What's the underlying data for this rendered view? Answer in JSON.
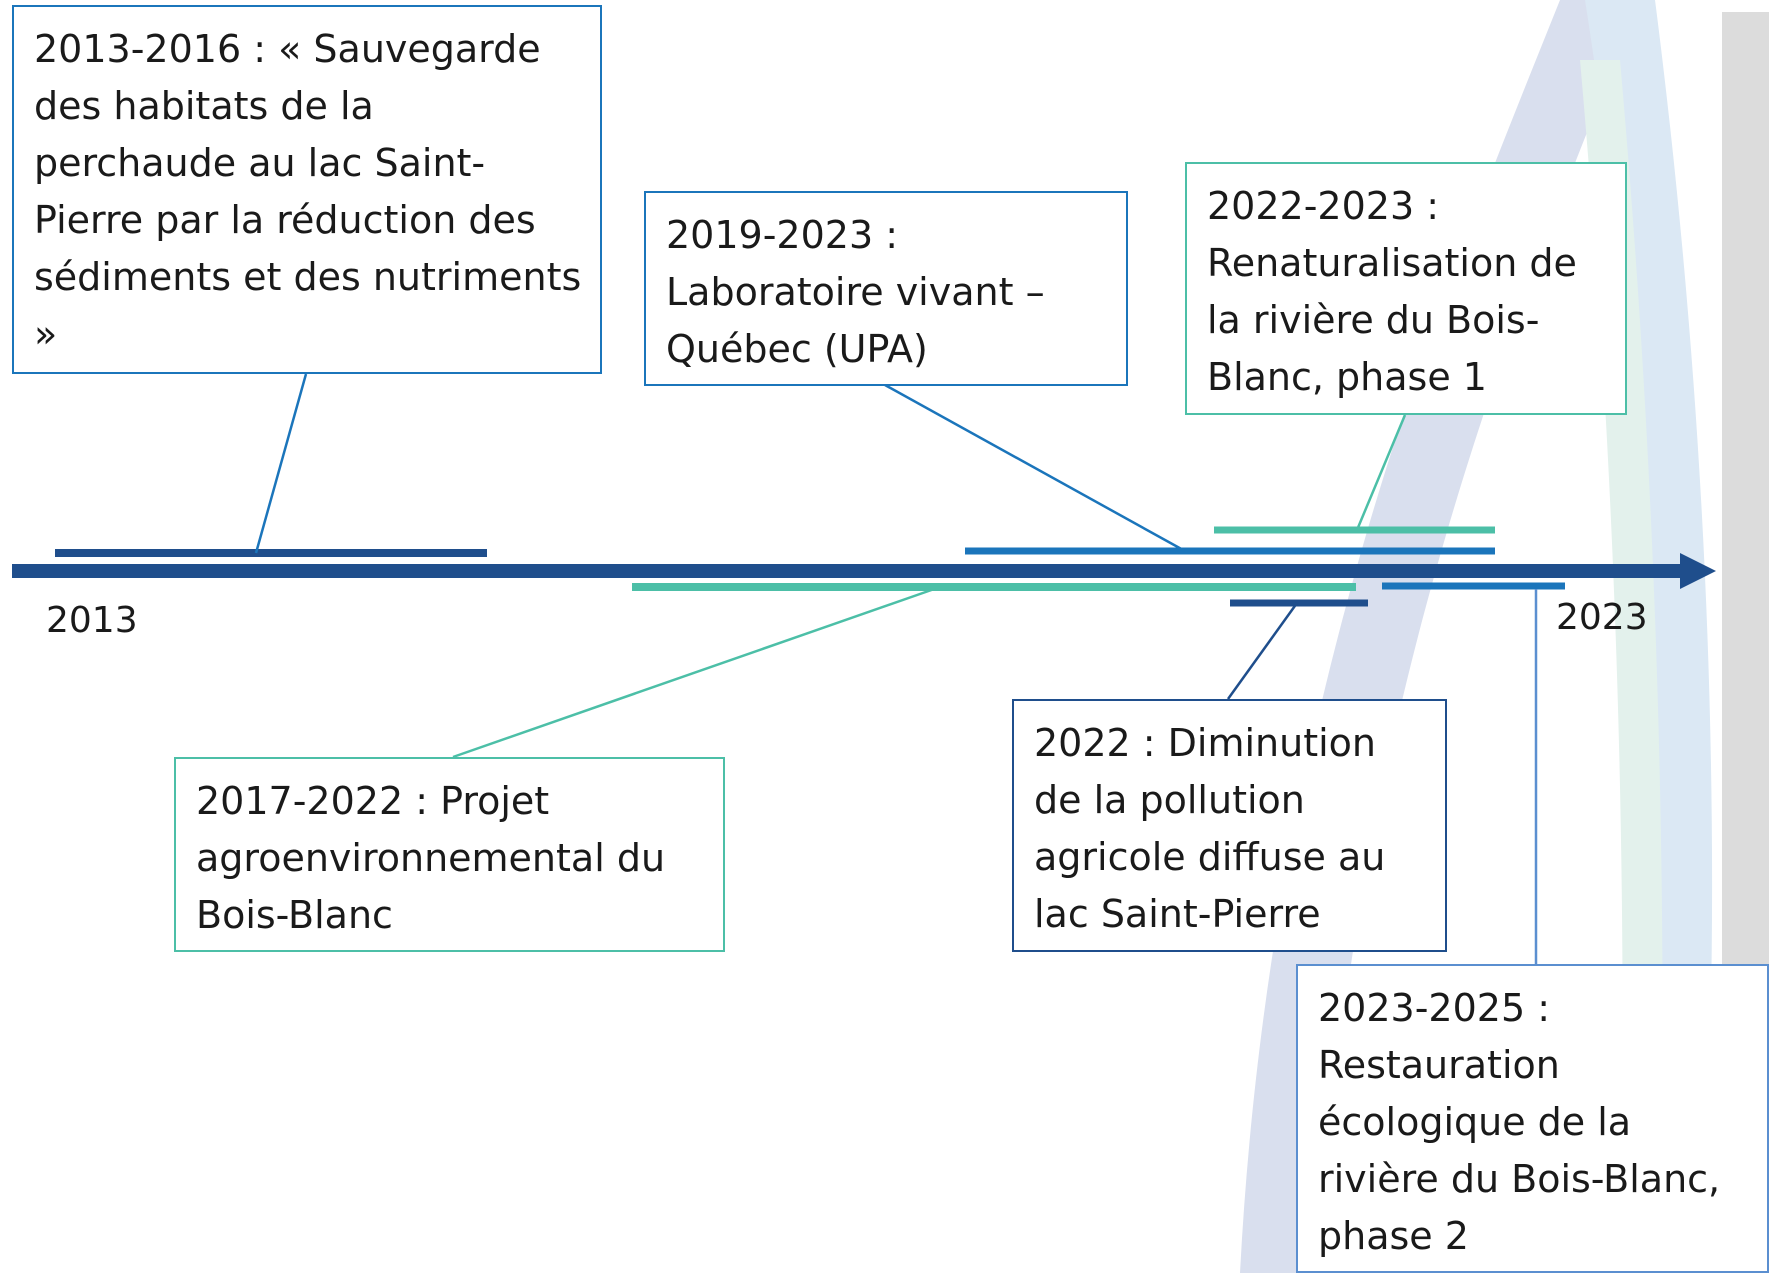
{
  "axis": {
    "start_label": "2013",
    "end_label": "2023"
  },
  "events": [
    {
      "id": "perchaude",
      "text": "2013-2016 : « Sauvegarde des habitats de la perchaude au lac Saint-Pierre par la réduction des sédiments et des nutriments »",
      "color": "#1f4e8c"
    },
    {
      "id": "laboratoire",
      "text": "2019-2023 :\nLaboratoire vivant – Québec (UPA)",
      "color": "#1b75bb"
    },
    {
      "id": "renaturalisation",
      "text": "2022-2023 :\nRenaturalisation de la rivière du Bois-Blanc, phase 1",
      "color": "#4cbfa7"
    },
    {
      "id": "agroenvironnemental",
      "text": "2017-2022 : Projet agroenvironnemental du Bois-Blanc",
      "color": "#4cbfa7"
    },
    {
      "id": "pollution",
      "text": "2022 : Diminution de la pollution agricole diffuse au lac Saint-Pierre",
      "color": "#1f4e8c"
    },
    {
      "id": "restauration",
      "text": "2023-2025 :\nRestauration écologique de la rivière du Bois-Blanc, phase 2",
      "color": "#5b8fd0"
    }
  ]
}
